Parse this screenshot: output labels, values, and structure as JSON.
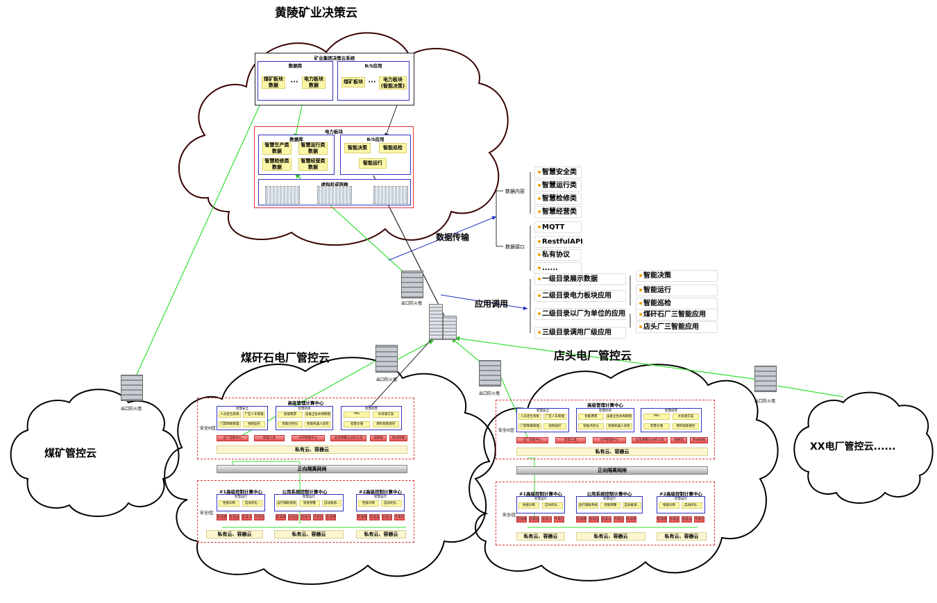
{
  "titles": {
    "decision_cloud": "黄陵矿业决策云",
    "meigan_cloud": "煤矸石电厂管控云",
    "diantou_cloud": "店头电厂管控云",
    "coal_mine_cloud": "煤矿管控云",
    "xx_cloud": "XX电厂管控云......"
  },
  "decision": {
    "system_title": "矿业集团决策云系统",
    "db_title": "数据库",
    "db_item1": "煤矿板块数据",
    "db_ellipsis": "···",
    "db_item2": "电力板块数据",
    "bs_title": "B/S应用",
    "bs_item1": "煤矿板块",
    "bs_ellipsis": "···",
    "bs_item2": "电力板块(智能决策)",
    "power_title": "电力板块",
    "p_db_title": "数据库",
    "p_db": [
      "智慧生产类数据",
      "智慧运行类数据",
      "智慧检修类数据",
      "智慧经营类数据"
    ],
    "p_bs_title": "B/S应用",
    "p_bs": [
      "智能决策",
      "智能巡检",
      "智能运行"
    ],
    "vm_title": "虚拟机或容器"
  },
  "links": {
    "data_transfer": "数据传输",
    "app_call": "应用调用",
    "firewall": "出口防火墙"
  },
  "tree_data": {
    "cat1": "数据内容",
    "cat1_items": [
      "智慧安全类",
      "智慧运行类",
      "智慧检修类",
      "智慧经营类"
    ],
    "cat2": "数据接口",
    "cat2_items": [
      "MQTT",
      "RestfulAPI",
      "私有协议",
      "......"
    ]
  },
  "tree_app": {
    "items": [
      "一级目录展示数据",
      "二级目录电力板块应用",
      "二级目录以厂为单位的应用",
      "三级目录调用厂级应用"
    ],
    "sub1": [
      "智能决策",
      "智能运行",
      "智能巡检"
    ],
    "sub2": [
      "煤矸石厂三智能应用",
      "店头厂三智能应用"
    ]
  },
  "plant": {
    "adv_center": "高级管理计算中心",
    "zone3": "安全III区",
    "zone1": "安全I区",
    "sub_titles": [
      "智慧安全",
      "智慧检修",
      "智慧经营"
    ],
    "sec1": [
      "人员定位系统",
      "厂区人车管理",
      "门禁和联管理",
      "视频监控"
    ],
    "sec2": [
      "智能两票",
      "设备全生命周期管理",
      "智能点检仪",
      "智能机器人巡检"
    ],
    "sec3": [
      "MIS",
      "水资源方案",
      "智慧仓储",
      "燃料智能管控"
    ],
    "redbar": [
      "全厂智能中心",
      "智能工具",
      "APP管理中心",
      "应急预警与分析工具",
      "视频墙",
      "移动终端"
    ],
    "private_cloud": "私有云、容器云",
    "gap": "正向隔离网闸",
    "c1_title": "#1高级控制计算中心",
    "c2_title": "公用系统控制计算中心",
    "c3_title": "#2高级控制计算中心",
    "ctrl_sub": "智慧运行",
    "c1_items": [
      "性能诊断",
      "自动优化..."
    ],
    "c2_items": [
      "运行辅助系统",
      "智能预警",
      "自动备源..."
    ],
    "c3_items": [
      "性能诊断",
      "自动优化..."
    ],
    "ctrl_red": [
      "智能模块",
      "智能监控",
      "智能诊断",
      "专家控制"
    ]
  }
}
